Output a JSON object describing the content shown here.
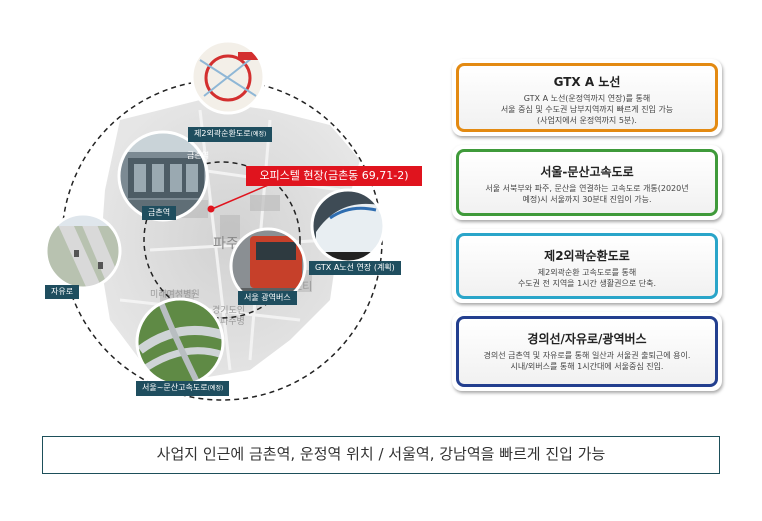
{
  "map": {
    "callout": "오피스텔 현장(금촌동 69,71-2)",
    "station_sign": "금촌역",
    "district": "파주",
    "labels": {
      "ring_road": "제2외곽순환도로",
      "ring_road_note": "(예정)",
      "geumchon_station": "금촌역",
      "jayu_road": "자유로",
      "gtx_extension": "GTX A노선 연장 (계획)",
      "seoul_bus": "서울 광역버스",
      "seoul_munsan": "서울~문산고속도로",
      "seoul_munsan_note": "(예정)"
    },
    "background_text": [
      "미래여성병원",
      "경기도인",
      "파주병",
      "스티"
    ]
  },
  "cards": [
    {
      "title": "GTX A 노선",
      "lines": [
        "GTX A 노선(운정역까지 연장)를 통해",
        "서울 중심 및 수도권 남부지역까지 빠르게 진입 가능",
        "(사업지에서 운정역까지 5분)."
      ],
      "color": "#e38a12"
    },
    {
      "title": "서울-문산고속도로",
      "lines": [
        "서울 서북부와 파주, 문산을 연결하는 고속도로 개통(2020년",
        "예정)시 서울까지 30분대 진입이 가능."
      ],
      "color": "#3f9a3a"
    },
    {
      "title": "제2외곽순환도로",
      "lines": [
        "제2외곽순환 고속도로를 통해",
        "수도권 전 지역을 1시간 생활권으로 단축."
      ],
      "color": "#2aa5c9"
    },
    {
      "title": "경의선/자유로/광역버스",
      "lines": [
        "경의선 금촌역 및 자유로를 통해 일산과 서울권 출퇴근에 용이.",
        "시내/외버스를 통해 1시간대에 서울중심 진입."
      ],
      "color": "#233f8f"
    }
  ],
  "banner": "사업지 인근에 금촌역, 운정역 위치 / 서울역, 강남역을 빠르게 진입 가능"
}
